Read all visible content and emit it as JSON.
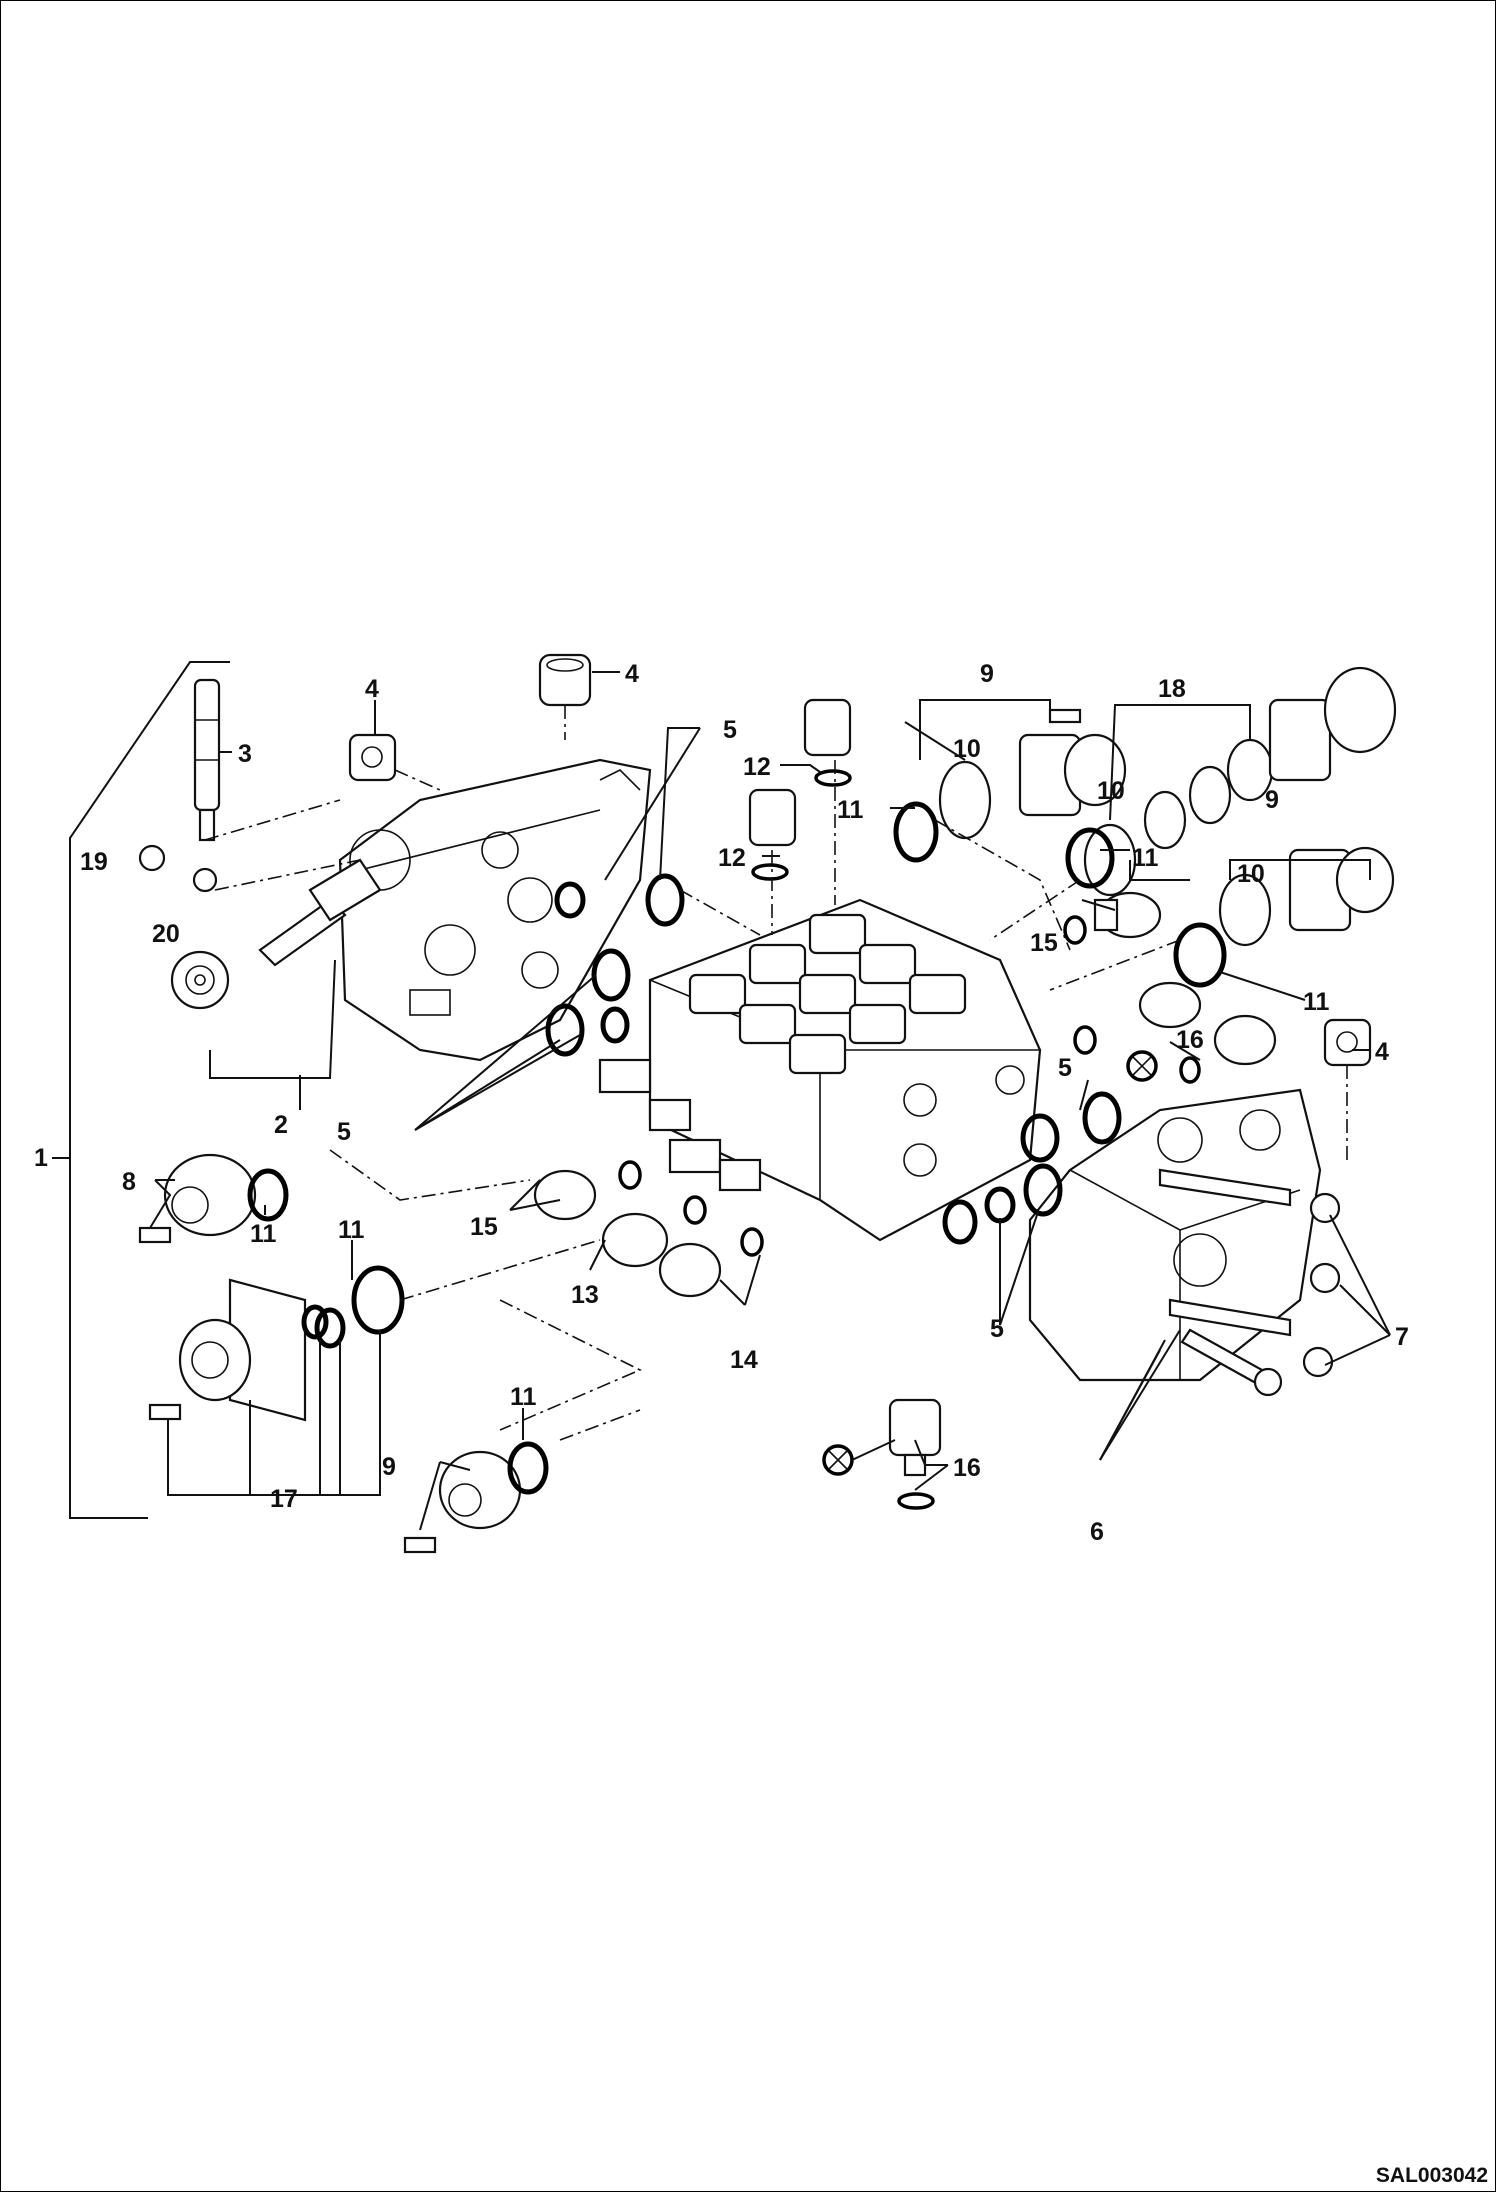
{
  "diagram": {
    "callouts": {
      "c1": "1",
      "c2": "2",
      "c3": "3",
      "c4a": "4",
      "c4b": "4",
      "c4c": "4",
      "c5a": "5",
      "c5b": "5",
      "c5c": "5",
      "c5d": "5",
      "c6": "6",
      "c7": "7",
      "c8": "8",
      "c9a": "9",
      "c9b": "9",
      "c9c": "9",
      "c10a": "10",
      "c10b": "10",
      "c10c": "10",
      "c11a": "11",
      "c11b": "11",
      "c11c": "11",
      "c11d": "11",
      "c11e": "11",
      "c11f": "11",
      "c12a": "12",
      "c12b": "12",
      "c13": "13",
      "c14": "14",
      "c15a": "15",
      "c15b": "15",
      "c16a": "16",
      "c16b": "16",
      "c17": "17",
      "c18": "18",
      "c19": "19",
      "c20": "20"
    },
    "image_code": "SAL003042"
  }
}
